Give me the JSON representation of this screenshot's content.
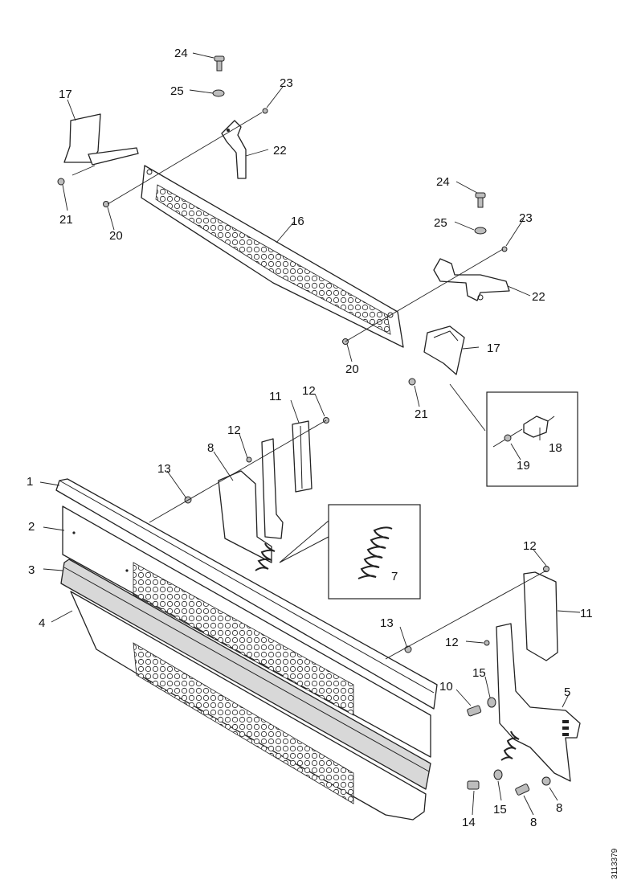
{
  "labels": {
    "p1": "1",
    "p2": "2",
    "p3": "3",
    "p4": "4",
    "p5": "5",
    "p7": "7",
    "p8a": "8",
    "p8b": "8",
    "p8c": "8",
    "p10": "10",
    "p11a": "11",
    "p11b": "11",
    "p12a": "12",
    "p12b": "12",
    "p12c": "12",
    "p12d": "12",
    "p13a": "13",
    "p13b": "13",
    "p14": "14",
    "p15a": "15",
    "p15b": "15",
    "p16": "16",
    "p17a": "17",
    "p17b": "17",
    "p18": "18",
    "p19": "19",
    "p20a": "20",
    "p20b": "20",
    "p21a": "21",
    "p21b": "21",
    "p22a": "22",
    "p22b": "22",
    "p23a": "23",
    "p23b": "23",
    "p24a": "24",
    "p24b": "24",
    "p25a": "25",
    "p25b": "25"
  },
  "drawing_number": "3113379"
}
